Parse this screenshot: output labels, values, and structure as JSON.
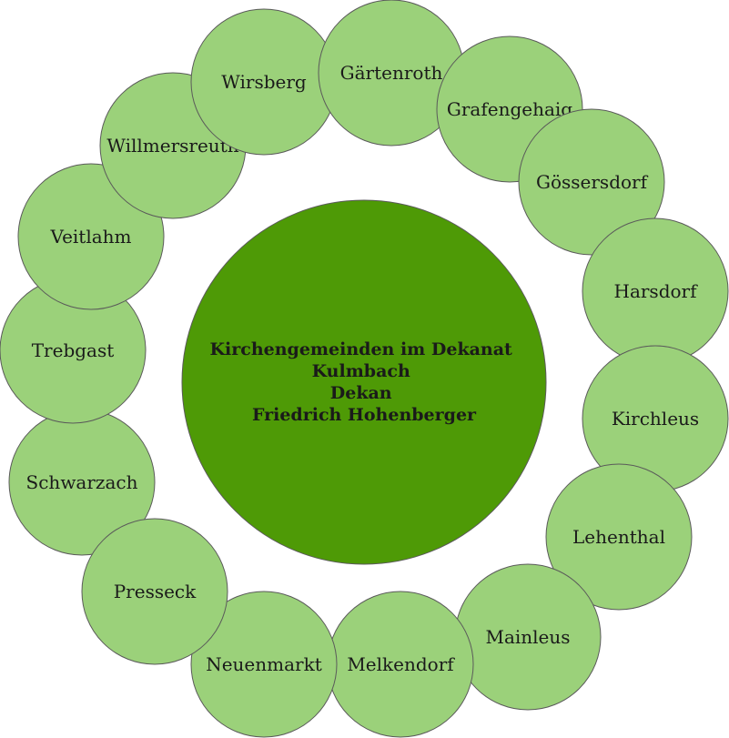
{
  "center": {
    "lines": [
      "Kirchengemeinden im Dekanat",
      "Kulmbach",
      "Dekan",
      "Friedrich Hohenberger"
    ]
  },
  "parishes": [
    "Schwarzach",
    "Trebgast",
    "Veitlahm",
    "Willmersreuth",
    "Wirsberg",
    "Gärtenroth",
    "Grafengehaig",
    "Gössersdorf",
    "Harsdorf",
    "Kirchleus",
    "Lehenthal",
    "Mainleus",
    "Melkendorf",
    "Neuenmarkt",
    "Presseck"
  ],
  "colors": {
    "center_fill": "#4e9a06",
    "node_fill": "#9bd17a",
    "stroke": "#5a5a5a",
    "text": "#1a1a1a"
  }
}
